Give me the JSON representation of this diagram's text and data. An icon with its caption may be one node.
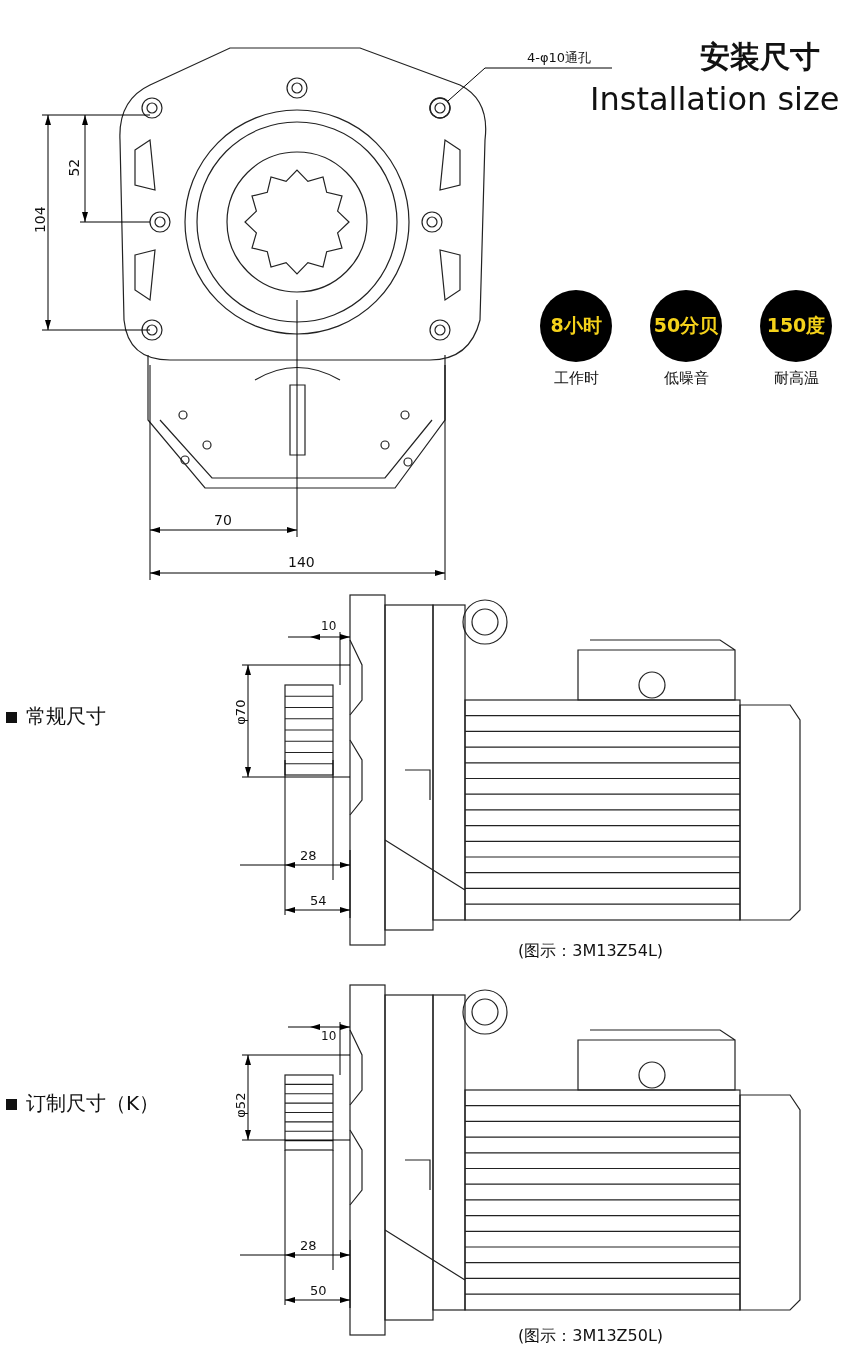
{
  "diagram": {
    "title": "安装尺寸",
    "nodes": [
      {
        "text": [
          "4-φ10通孔"
        ]
      },
      {
        "text": [],
        "shape": "circle"
      },
      {
        "text": [
          "8小时"
        ],
        "beside": [
          "工作时"
        ]
      },
      {
        "text": [
          "50分贝"
        ],
        "beside": [
          "低噪音"
        ]
      },
      {
        "text": [
          "150度"
        ],
        "beside": [
          "耐高温"
        ]
      }
    ],
    "edges": [
      {
        "from": 0,
        "to": 1,
        "arrow": "none"
      }
    ],
    "labels": [
      "Installation size",
      "52",
      "104",
      "70",
      "140",
      "常规尺寸",
      "10",
      "φ70",
      "28",
      "54",
      "(图示：3M13Z54L)",
      "订制尺寸（K）",
      "10",
      "φ52",
      "28",
      "50",
      "(图示：3M13Z50L)"
    ]
  }
}
